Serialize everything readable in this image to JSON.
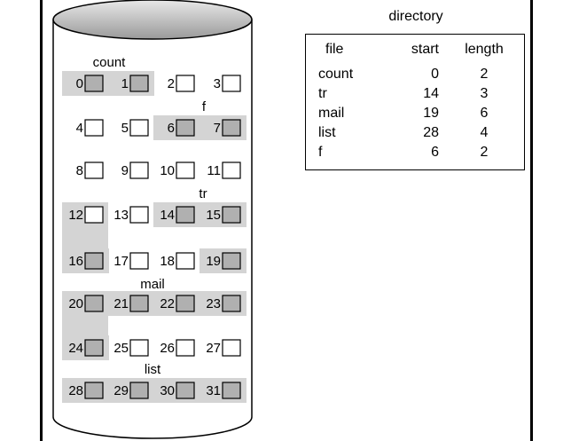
{
  "disk": {
    "blocks": [
      {
        "n": "0",
        "shaded": true
      },
      {
        "n": "1",
        "shaded": true
      },
      {
        "n": "2",
        "shaded": false
      },
      {
        "n": "3",
        "shaded": false
      },
      {
        "n": "4",
        "shaded": false
      },
      {
        "n": "5",
        "shaded": false
      },
      {
        "n": "6",
        "shaded": true
      },
      {
        "n": "7",
        "shaded": true
      },
      {
        "n": "8",
        "shaded": false
      },
      {
        "n": "9",
        "shaded": false
      },
      {
        "n": "10",
        "shaded": false
      },
      {
        "n": "11",
        "shaded": false
      },
      {
        "n": "12",
        "shaded": false
      },
      {
        "n": "13",
        "shaded": false
      },
      {
        "n": "14",
        "shaded": true
      },
      {
        "n": "15",
        "shaded": true
      },
      {
        "n": "16",
        "shaded": true
      },
      {
        "n": "17",
        "shaded": false
      },
      {
        "n": "18",
        "shaded": false
      },
      {
        "n": "19",
        "shaded": true
      },
      {
        "n": "20",
        "shaded": true
      },
      {
        "n": "21",
        "shaded": true
      },
      {
        "n": "22",
        "shaded": true
      },
      {
        "n": "23",
        "shaded": true
      },
      {
        "n": "24",
        "shaded": true
      },
      {
        "n": "25",
        "shaded": false
      },
      {
        "n": "26",
        "shaded": false
      },
      {
        "n": "27",
        "shaded": false
      },
      {
        "n": "28",
        "shaded": true
      },
      {
        "n": "29",
        "shaded": true
      },
      {
        "n": "30",
        "shaded": true
      },
      {
        "n": "31",
        "shaded": true
      }
    ],
    "file_labels": [
      "count",
      "f",
      "tr",
      "mail",
      "list"
    ]
  },
  "directory": {
    "title": "directory",
    "headers": {
      "file": "file",
      "start": "start",
      "length": "length"
    },
    "rows": [
      {
        "file": "count",
        "start": "0",
        "length": "2"
      },
      {
        "file": "tr",
        "start": "14",
        "length": "3"
      },
      {
        "file": "mail",
        "start": "19",
        "length": "6"
      },
      {
        "file": "list",
        "start": "28",
        "length": "4"
      },
      {
        "file": "f",
        "start": "6",
        "length": "2"
      }
    ]
  },
  "colors": {
    "highlight": "#d4d4d4",
    "block_fill": "#b0b0b0",
    "disk_top": "#bdbdbd"
  }
}
